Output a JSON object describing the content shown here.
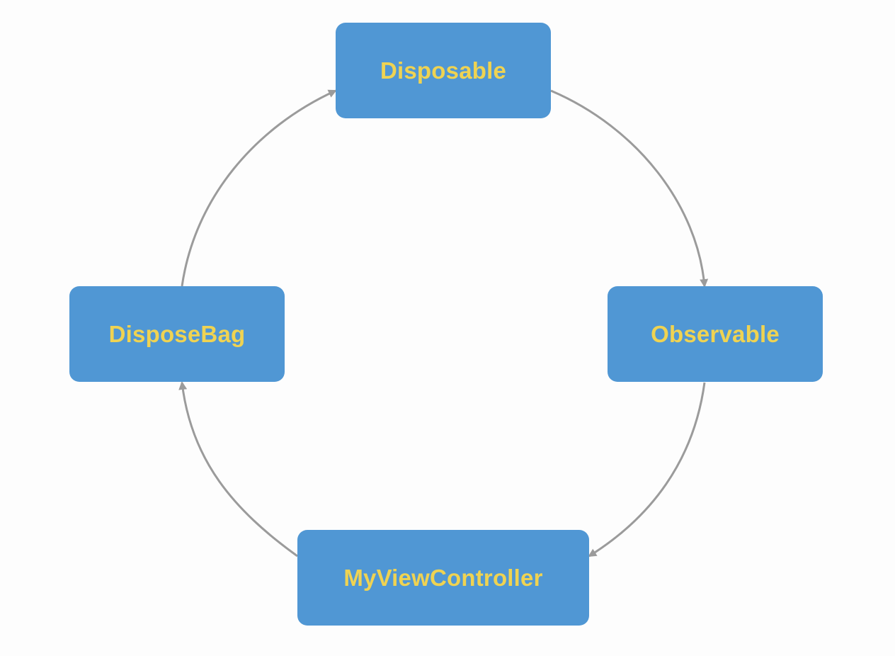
{
  "diagram": {
    "type": "cycle",
    "colors": {
      "node_fill": "#5097d4",
      "node_text": "#efd352",
      "edge": "#9b9b9b",
      "background": "#fdfdfd"
    },
    "nodes": [
      {
        "id": "disposable",
        "label": "Disposable"
      },
      {
        "id": "observable",
        "label": "Observable"
      },
      {
        "id": "controller",
        "label": "MyViewController"
      },
      {
        "id": "bag",
        "label": "DisposeBag"
      }
    ],
    "edges": [
      {
        "from": "disposable",
        "to": "observable"
      },
      {
        "from": "observable",
        "to": "controller"
      },
      {
        "from": "controller",
        "to": "bag"
      },
      {
        "from": "bag",
        "to": "disposable"
      }
    ]
  }
}
